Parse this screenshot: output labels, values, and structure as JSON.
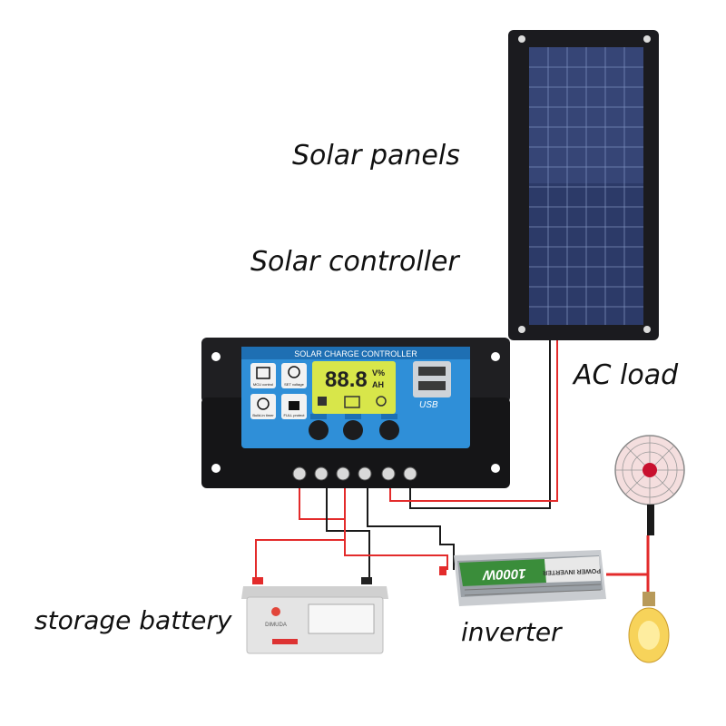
{
  "labels": {
    "solar_panels": "Solar panels",
    "solar_controller": "Solar controller",
    "ac_load": "AC load",
    "storage_battery": "storage battery",
    "inverter": "inverter"
  },
  "controller": {
    "title": "SOLAR CHARGE CONTROLLER",
    "lcd_digits": "88.8",
    "lcd_unit_top": "V%",
    "lcd_unit_bottom": "AH",
    "usb_label": "USB",
    "mcu_label": "MCU control",
    "set_label": "SET voltage",
    "timer_label": "Build-in timer",
    "protect_label": "FULL protect"
  },
  "inverter": {
    "rating": "1000W",
    "brand_text": "POWER INVERTER"
  },
  "battery": {
    "brand": "DIMUDA"
  },
  "colors": {
    "controller_blue": "#2f8fd8",
    "lcd_yellow": "#d8e64a",
    "wire_red": "#e32b2b",
    "wire_black": "#1a1a1a",
    "panel_blue": "#2b3a66",
    "inverter_green": "#3a8d3a"
  }
}
